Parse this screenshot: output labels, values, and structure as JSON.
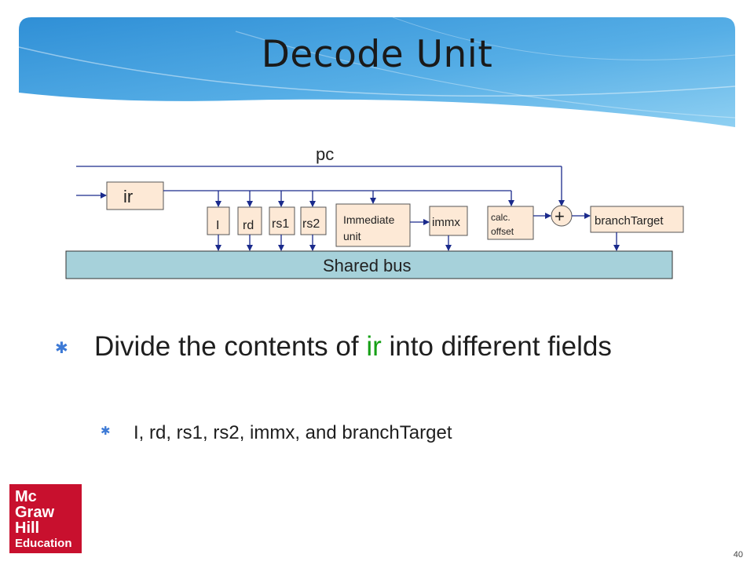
{
  "slide": {
    "title": "Decode Unit",
    "page_number": "40"
  },
  "diagram": {
    "pc_label": "pc",
    "ir_label": "ir",
    "fields": [
      "I",
      "rd",
      "rs1",
      "rs2"
    ],
    "immediate_unit_line1": "Immediate",
    "immediate_unit_line2": "unit",
    "immx_label": "immx",
    "calc_offset_line1": "calc.",
    "calc_offset_line2": "offset",
    "adder_symbol": "+",
    "branch_target_label": "branchTarget",
    "shared_bus_label": "Shared bus"
  },
  "bullets": {
    "main_before": "Divide the contents of ",
    "main_highlight": "ir",
    "main_after": " into different fields",
    "sub": "I, rd, rs1, rs2, immx, and branchTarget"
  },
  "logo": {
    "line1": "Mc",
    "line2": "Graw",
    "line3": "Hill",
    "line4": "Education"
  },
  "colors": {
    "banner_dark": "#2f8fd6",
    "banner_light": "#7ec4ee",
    "register_fill": "#fde9d6",
    "bus_fill": "#a6d1da",
    "wire": "#1a2a8c",
    "highlight": "#16a016",
    "logo_red": "#c8102e"
  }
}
